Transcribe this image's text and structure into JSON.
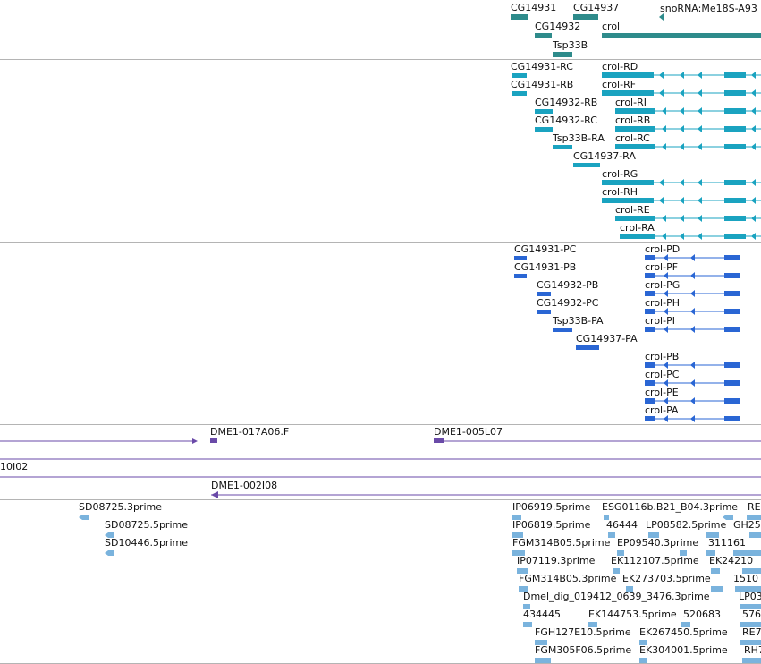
{
  "colors": {
    "gene": "#2e8b8b",
    "transcript": "#1aa3c0",
    "protein": "#2a66d4",
    "clone": "#6a4aa8",
    "est": "#7ab3dd",
    "separator": "#b4b4b4",
    "label": "#111111"
  },
  "tracks": {
    "genes": {
      "labels": [
        "CG14931",
        "CG14937",
        "snoRNA:Me18S-A93",
        "CG14932",
        "crol",
        "Tsp33B"
      ]
    },
    "transcripts": {
      "labels": [
        "CG14931-RC",
        "crol-RD",
        "CG14931-RB",
        "crol-RF",
        "CG14932-RB",
        "crol-RI",
        "CG14932-RC",
        "crol-RB",
        "Tsp33B-RA",
        "crol-RC",
        "CG14937-RA",
        "crol-RG",
        "crol-RH",
        "crol-RE",
        "crol-RA"
      ]
    },
    "proteins": {
      "labels": [
        "CG14931-PC",
        "crol-PD",
        "CG14931-PB",
        "crol-PF",
        "CG14932-PB",
        "crol-PG",
        "CG14932-PC",
        "crol-PH",
        "Tsp33B-PA",
        "crol-PI",
        "CG14937-PA",
        "crol-PB",
        "crol-PC",
        "crol-PE",
        "crol-PA"
      ]
    },
    "clones": {
      "labels": [
        "DME1-017A06.F",
        "DME1-005L07",
        "10I02",
        "DME1-002I08"
      ]
    },
    "ests": {
      "labels": [
        "SD08725.3prime",
        "SD08725.5prime",
        "SD10446.5prime",
        "IP06919.5prime",
        "ESG0116b.B21_B04.3prime",
        "RE",
        "IP06819.5prime",
        "46444",
        "LP08582.5prime",
        "GH25",
        "FGM314B05.5prime",
        "EP09540.3prime",
        "311161",
        "IP07119.3prime",
        "EK112107.5prime",
        "EK24210",
        "FGM314B05.3prime",
        "EK273703.5prime",
        "1510",
        "Dmel_dig_019412_0639_3476.3prime",
        "LP03",
        "434445",
        "EK144753.5prime",
        "520683",
        "576",
        "FGH127E10.5prime",
        "EK267450.5prime",
        "RE7",
        "FGM305F06.5prime",
        "EK304001.5prime",
        "RH7"
      ]
    }
  }
}
